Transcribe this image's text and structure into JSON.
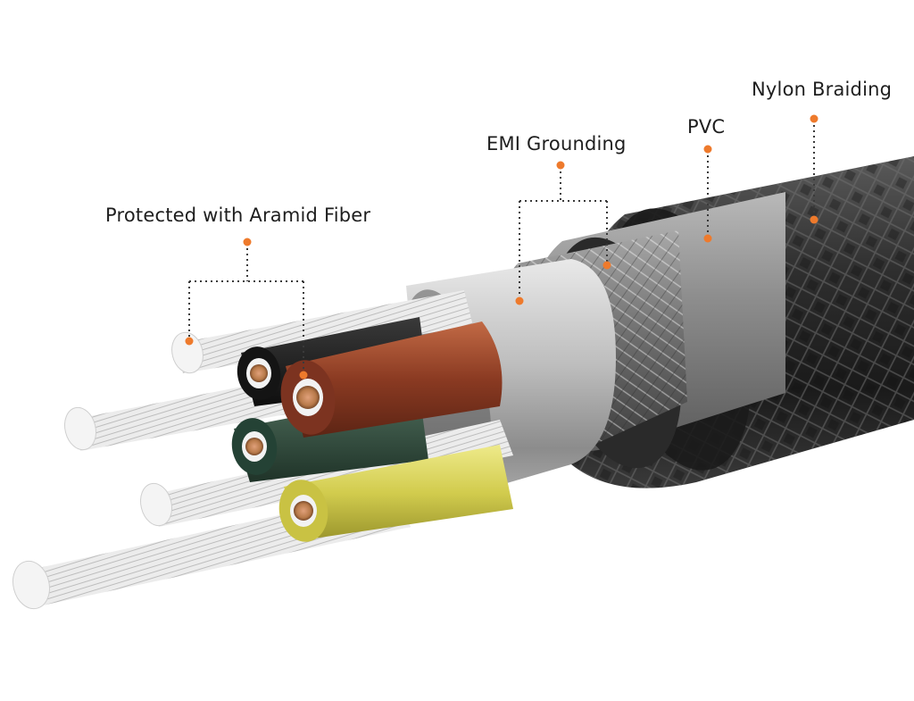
{
  "labels": {
    "aramid": "Protected with Aramid Fiber",
    "emi": "EMI Grounding",
    "pvc": "PVC",
    "braiding": "Nylon Braiding"
  },
  "colors": {
    "accent_dot": "#ee7a2c",
    "leader_line": "#3a3a3a",
    "braid_dark": "#2a2a2a",
    "pvc_gray": "#8a8a8a",
    "foil_silver": "#b8b8b8",
    "wire_brown": "#8a3a22",
    "wire_yellow": "#d8d35a",
    "wire_green": "#2f4a3c",
    "wire_black": "#1c1c1c",
    "fiber_white": "#e8e8e8",
    "copper": "#b87a4a"
  }
}
